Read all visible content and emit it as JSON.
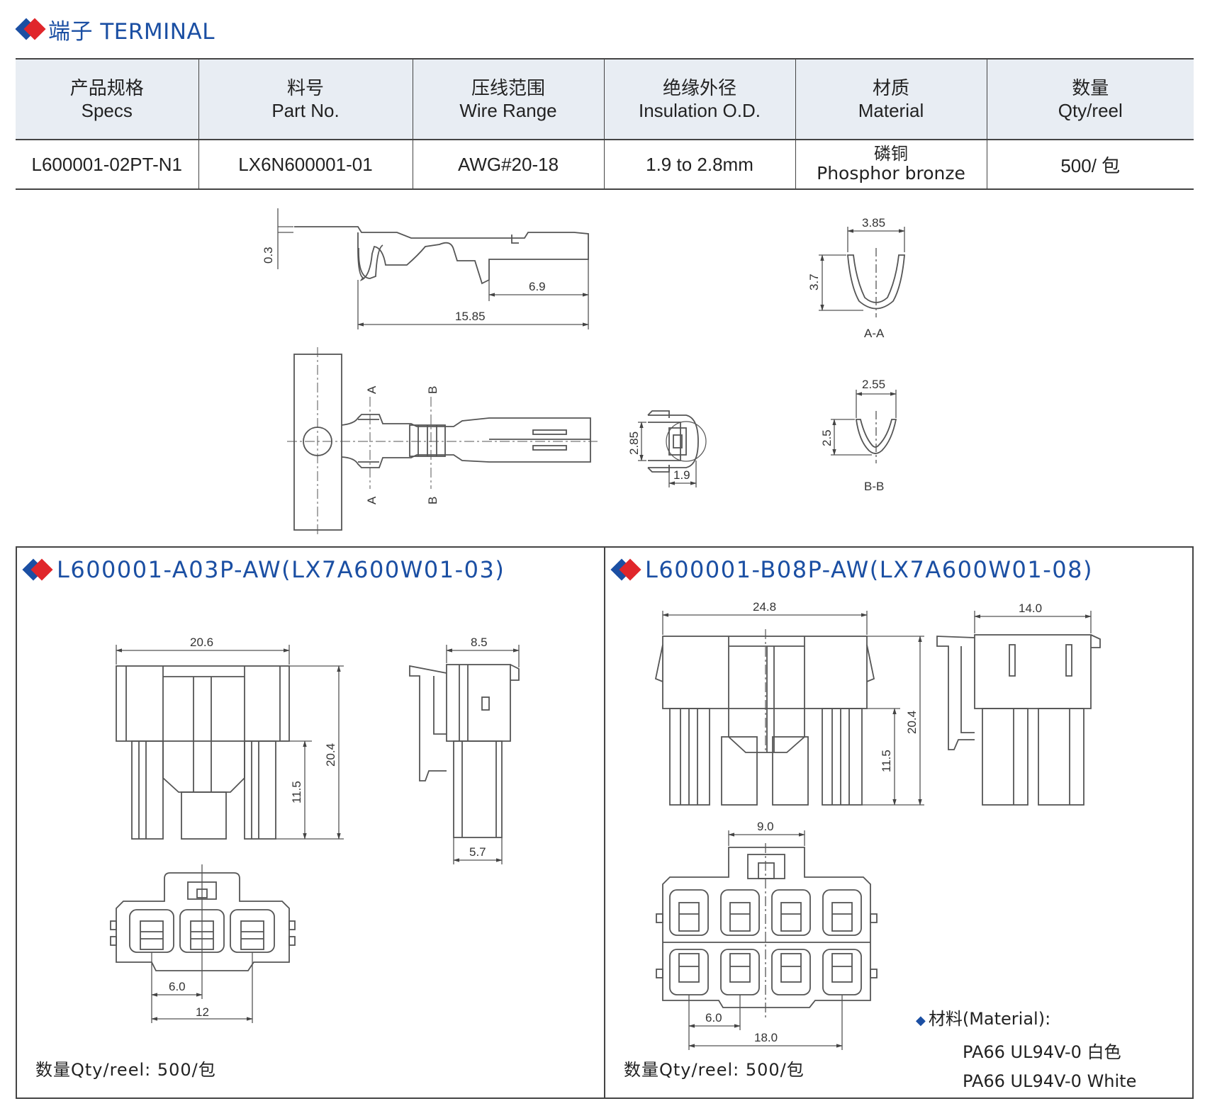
{
  "header": {
    "title": "端子 TERMINAL"
  },
  "spec_table": {
    "columns": [
      {
        "cn": "产品规格",
        "en": "Specs"
      },
      {
        "cn": "料号",
        "en": "Part No."
      },
      {
        "cn": "压线范围",
        "en": "Wire Range"
      },
      {
        "cn": "绝缘外径",
        "en": "Insulation O.D."
      },
      {
        "cn": "材质",
        "en": "Material"
      },
      {
        "cn": "数量",
        "en": "Qty/reel"
      }
    ],
    "row": {
      "specs": "L600001-02PT-N1",
      "part_no": "LX6N600001-01",
      "wire_range": "AWG#20-18",
      "insulation": "1.9 to 2.8mm",
      "material_cn": "磷铜",
      "material_en": "Phosphor bronze",
      "qty": "500/ 包"
    }
  },
  "terminal_drawing": {
    "dims": {
      "thickness": "0.3",
      "length": "15.85",
      "contact": "6.9",
      "aa_width": "3.85",
      "aa_height": "3.7",
      "aa_label": "A-A",
      "bb_width": "2.55",
      "bb_height": "2.5",
      "bb_label": "B-B",
      "end_height": "2.85",
      "end_width": "1.9",
      "sec_a": "A",
      "sec_b": "B"
    }
  },
  "left_panel": {
    "title": "L600001-A03P-AW(LX7A600W01-03)",
    "dims": {
      "width": "20.6",
      "side_width": "8.5",
      "height": "20.4",
      "lower": "11.5",
      "side_bottom": "5.7",
      "pitch": "6.0",
      "span": "12"
    },
    "qty": "数量Qty/reel:  500/包"
  },
  "right_panel": {
    "title": "L600001-B08P-AW(LX7A600W01-08)",
    "dims": {
      "width": "24.8",
      "side_width": "14.0",
      "height": "20.4",
      "lower": "11.5",
      "latch": "9.0",
      "pitch": "6.0",
      "span": "18.0"
    },
    "qty": "数量Qty/reel:  500/包",
    "material": {
      "label": "材料(Material):",
      "line1": "PA66 UL94V-0 白色",
      "line2": "PA66 UL94V-0 White"
    }
  },
  "colors": {
    "brand_blue": "#1b4fa3",
    "brand_red": "#e0262b",
    "header_bg": "#e8edf3"
  }
}
